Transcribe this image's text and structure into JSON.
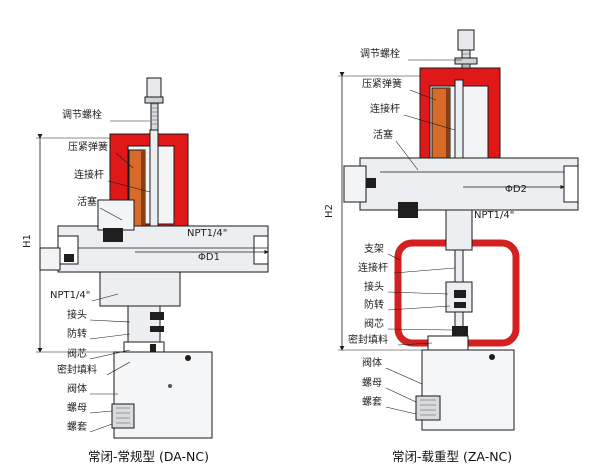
{
  "colors": {
    "spring": "#d86a2a",
    "spring_dark": "#8a3e12",
    "actuator": "#e01818",
    "steel": "#e7e9ec",
    "steel_dark": "#9aa0a8",
    "outline": "#1a1a1a",
    "yoke": "#d42020"
  },
  "left_valve": {
    "labels": {
      "adjust_bolt": "调节螺栓",
      "spring": "压紧弹簧",
      "stem": "连接杆",
      "piston": "活塞",
      "npt": "NPT1/4\"",
      "joint": "接头",
      "anti_rotation": "防转",
      "core": "阀芯",
      "packing": "密封填料",
      "body": "阀体",
      "nut": "螺母",
      "sleeve": "螺套"
    },
    "dims": {
      "height": "H1",
      "diameter": "ΦD1",
      "npt_top": "NPT1/4\""
    },
    "caption": "常闭-常规型 (DA-NC)"
  },
  "right_valve": {
    "labels": {
      "adjust_bolt": "调节螺栓",
      "spring": "压紧弹簧",
      "stem": "连接杆",
      "piston": "活塞",
      "bracket": "支架",
      "stem2": "连接杆",
      "joint": "接头",
      "anti_rotation": "防转",
      "core": "阀芯",
      "packing": "密封填料",
      "body": "阀体",
      "nut": "螺母",
      "sleeve": "螺套"
    },
    "dims": {
      "height": "H2",
      "diameter": "ΦD2",
      "npt_top": "NPT1/4\""
    },
    "caption": "常闭-载重型 (ZA-NC)"
  }
}
